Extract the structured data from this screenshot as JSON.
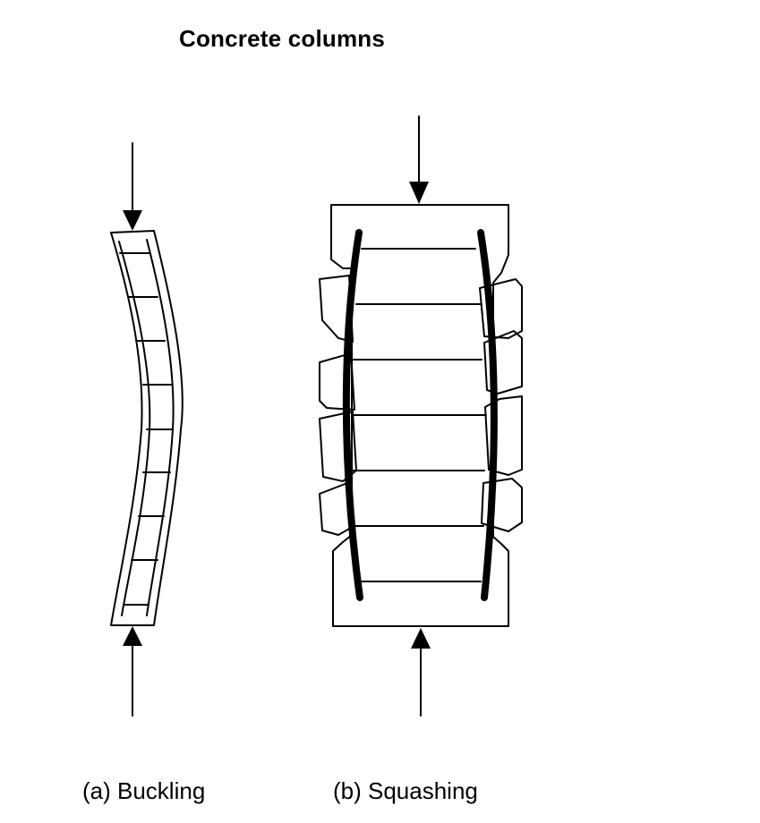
{
  "title": "Concrete columns",
  "captions": {
    "a": "(a) Buckling",
    "b": "(b) Squashing"
  }
}
